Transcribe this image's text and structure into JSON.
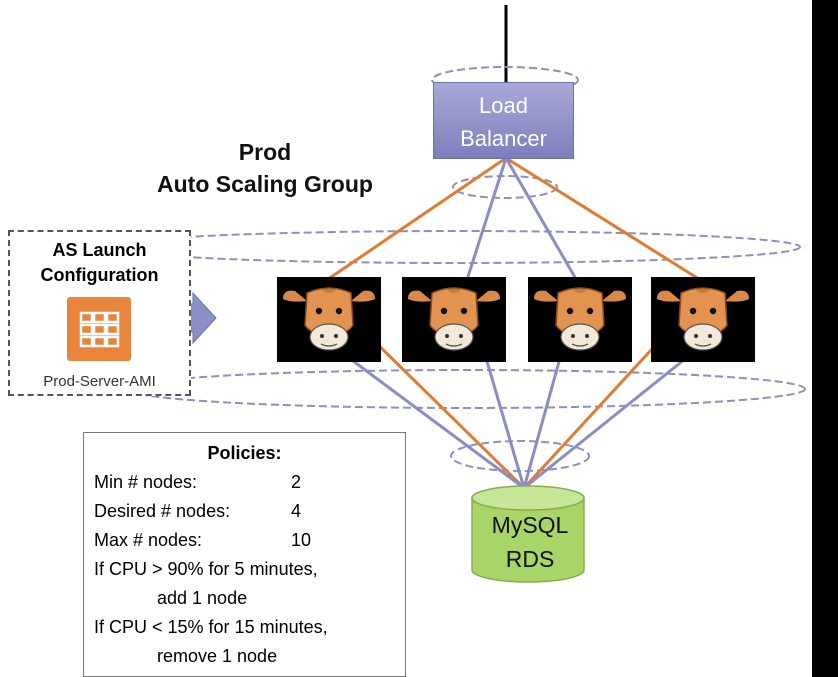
{
  "title": {
    "line1": "Prod",
    "line2": "Auto Scaling Group"
  },
  "load_balancer": {
    "line1": "Load",
    "line2": "Balancer",
    "color": "#8f90c9"
  },
  "launch_config": {
    "line1": "AS Launch",
    "line2": "Configuration",
    "ami_icon": "server-grid-icon",
    "ami_label": "Prod-Server-AMI",
    "icon_color": "#e8843c"
  },
  "instances": [
    {
      "icon": "cow-icon"
    },
    {
      "icon": "cow-icon"
    },
    {
      "icon": "cow-icon"
    },
    {
      "icon": "cow-icon"
    }
  ],
  "database": {
    "line1": "MySQL",
    "line2": "RDS",
    "color": "#a8d468"
  },
  "policies": {
    "heading": "Policies:",
    "rows": [
      {
        "label": "Min # nodes:",
        "value": "2"
      },
      {
        "label": "Desired # nodes:",
        "value": "4"
      },
      {
        "label": "Max # nodes:",
        "value": "10"
      }
    ],
    "rules": [
      {
        "condition": "If CPU > 90% for 5 minutes,",
        "action": "add 1 node"
      },
      {
        "condition": "If CPU < 15% for 15 minutes,",
        "action": "remove 1 node"
      }
    ]
  },
  "colors": {
    "orange_link": "#e07b30",
    "blue_link": "#8a8cc6",
    "ellipse": "#8c8fbf"
  }
}
